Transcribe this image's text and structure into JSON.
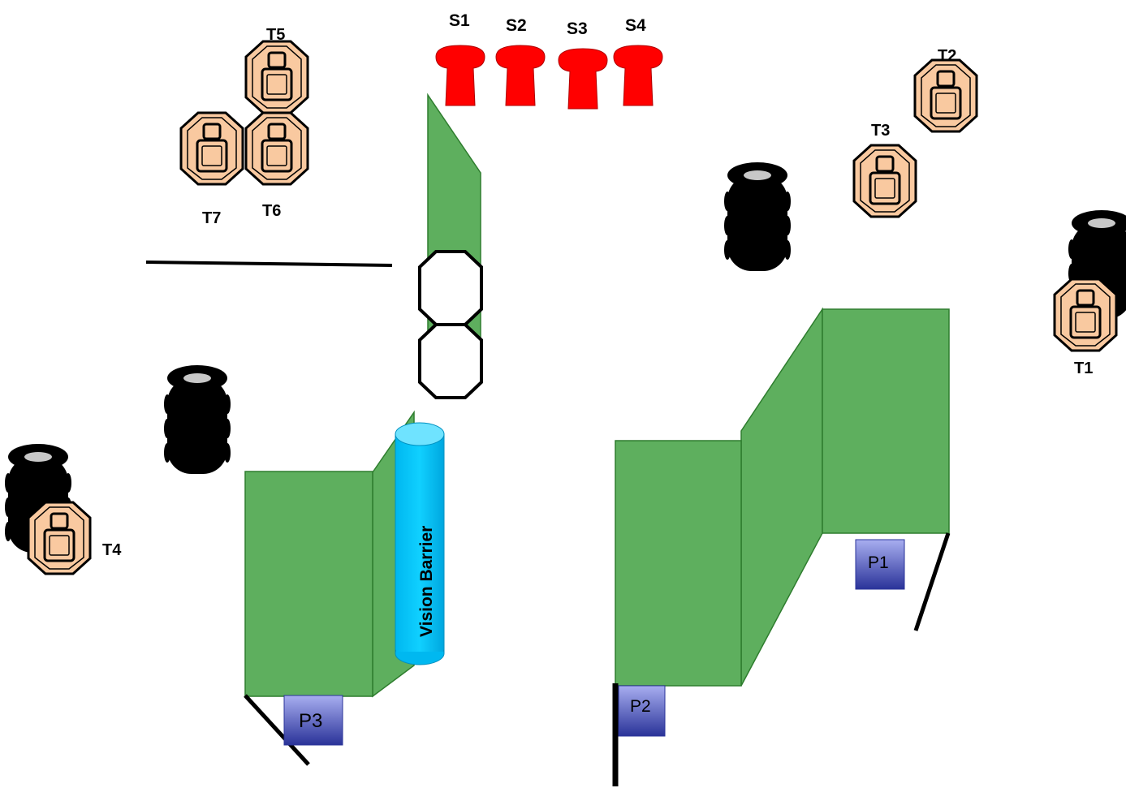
{
  "colors": {
    "panel_green": "#5eaf5e",
    "panel_stroke": "#2e7d2e",
    "stop_red": "#ff0000",
    "target_fill": "#f9c9a0",
    "target_stroke": "#000000",
    "tire_black": "#000000",
    "tire_highlight": "#c8c8c8",
    "cylinder_cyan": "#00c8ff",
    "cylinder_top": "#6fe3ff",
    "position_blue": "#3c44b5"
  },
  "stop_signs": [
    "S1",
    "S2",
    "S3",
    "S4"
  ],
  "targets": [
    "T1",
    "T2",
    "T3",
    "T4",
    "T5",
    "T6",
    "T7"
  ],
  "positions": [
    "P1",
    "P2",
    "P3"
  ],
  "barrier": {
    "label": "Vision Barrier"
  },
  "icons": {
    "stop_sign": "stop-sign-icon",
    "target": "target-silhouette-icon",
    "tire_stack": "tire-stack-icon",
    "octagon_outline": "octagon-outline-icon",
    "vision_barrier": "cylinder-barrier-icon"
  }
}
